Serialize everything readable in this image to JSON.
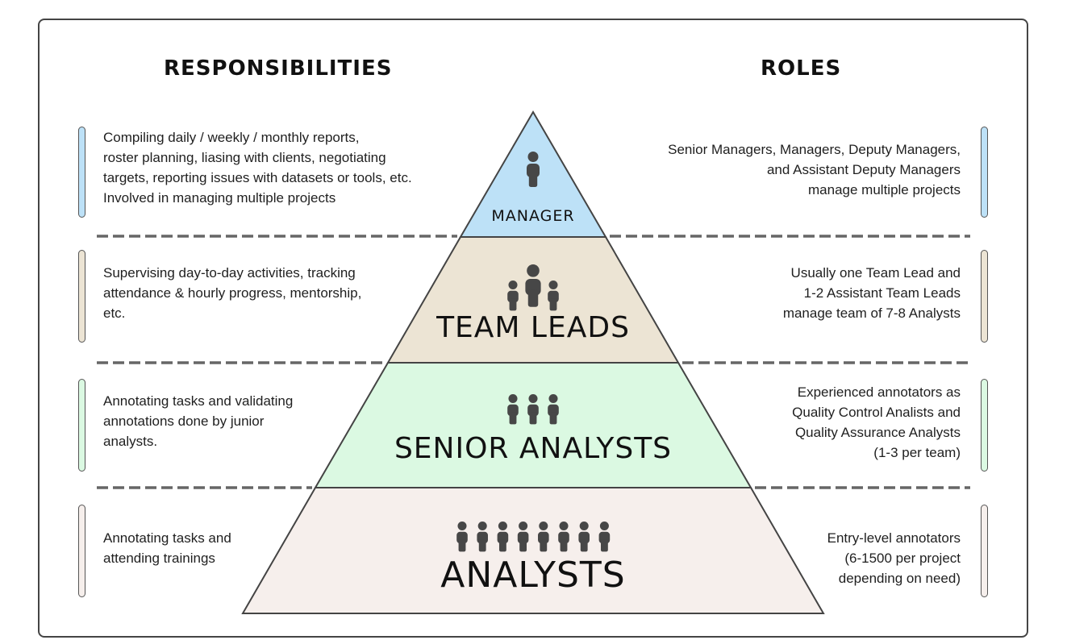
{
  "headers": {
    "responsibilities": "RESPONSIBILITIES",
    "roles": "ROLES"
  },
  "colors": {
    "manager": "#bde1f7",
    "team_leads": "#ece4d4",
    "senior_analysts": "#dbf9e2",
    "analysts": "#f6efec",
    "icon": "#474747",
    "outline": "#444444"
  },
  "tiers": [
    {
      "key": "manager",
      "label": "MANAGER",
      "people": 1,
      "responsibilities": [
        "Compiling daily / weekly / monthly reports,",
        "roster planning, liasing with clients, negotiating",
        "targets, reporting issues with datasets or tools, etc.",
        "Involved in managing multiple projects"
      ],
      "roles": [
        "Senior Managers, Managers, Deputy Managers,",
        "and Assistant Deputy Managers",
        "manage multiple projects"
      ]
    },
    {
      "key": "team_leads",
      "label": "TEAM LEADS",
      "people": 3,
      "responsibilities": [
        "Supervising day-to-day activities, tracking",
        "attendance & hourly progress, mentorship,",
        "etc."
      ],
      "roles": [
        "Usually one Team Lead and",
        "1-2 Assistant Team Leads",
        "manage team of 7-8 Analysts"
      ]
    },
    {
      "key": "senior_analysts",
      "label": "SENIOR ANALYSTS",
      "people": 3,
      "responsibilities": [
        "Annotating tasks and validating",
        "annotations done by junior",
        "analysts."
      ],
      "roles": [
        "Experienced annotators as",
        "Quality Control Analists and",
        "Quality Assurance Analysts",
        "(1-3 per team)"
      ]
    },
    {
      "key": "analysts",
      "label": "ANALYSTS",
      "people": 8,
      "responsibilities": [
        "Annotating tasks and",
        "attending trainings"
      ],
      "roles": [
        "Entry-level annotators",
        "(6-1500 per project",
        "depending on need)"
      ]
    }
  ]
}
